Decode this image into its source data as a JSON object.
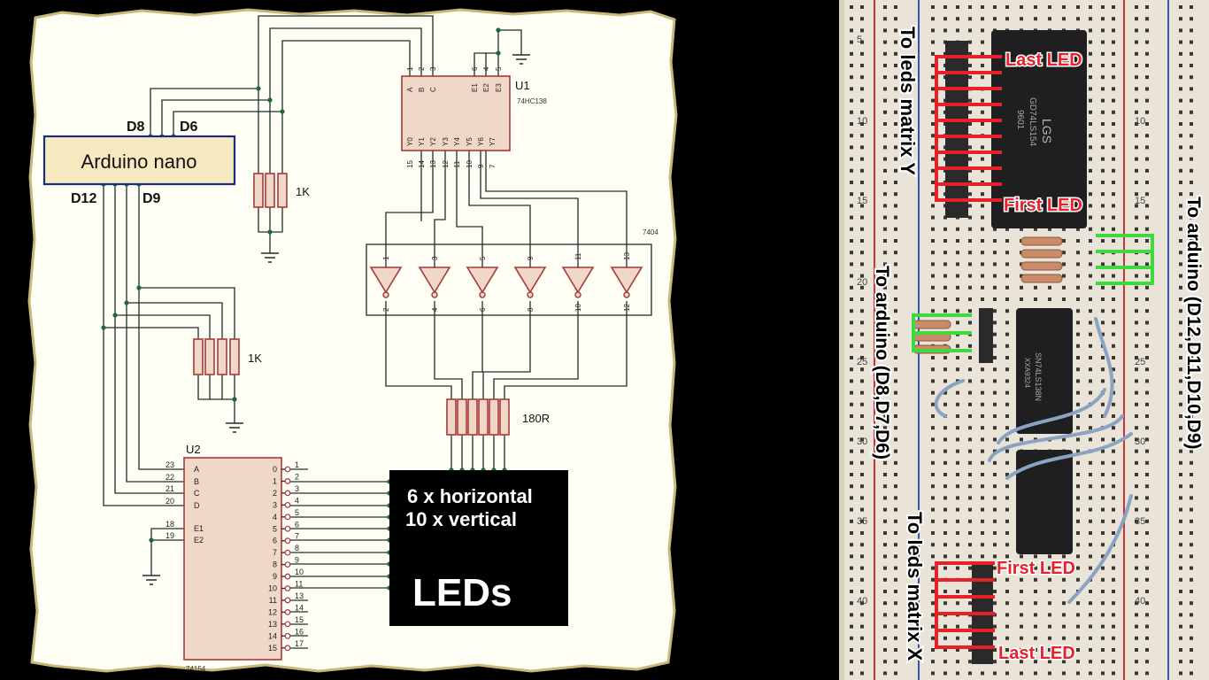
{
  "schematic": {
    "arduino": {
      "label": "Arduino nano",
      "d8": "D8",
      "d6": "D6",
      "d12": "D12",
      "d9": "D9"
    },
    "u1": {
      "ref": "U1",
      "part": "74HC138",
      "top_pins": [
        "1",
        "2",
        "3",
        "6",
        "4",
        "5"
      ],
      "top_names": [
        "A",
        "B",
        "C",
        "E1",
        "E2",
        "E3"
      ],
      "bottom_pins": [
        "15",
        "14",
        "13",
        "12",
        "11",
        "10",
        "9",
        "7"
      ],
      "bottom_names": [
        "Y0",
        "Y1",
        "Y2",
        "Y3",
        "Y4",
        "Y5",
        "Y6",
        "Y7"
      ]
    },
    "r1_label": "1K",
    "r2_label": "1K",
    "r3_label": "180R",
    "inverter": {
      "part": "7404",
      "in_pins": [
        "1",
        "3",
        "5",
        "9",
        "11",
        "13"
      ],
      "out_pins": [
        "2",
        "4",
        "6",
        "8",
        "10",
        "12"
      ]
    },
    "u2": {
      "ref": "U2",
      "part": "74154",
      "left_pins": [
        "23",
        "22",
        "21",
        "20",
        "18",
        "19"
      ],
      "left_names": [
        "A",
        "B",
        "C",
        "D",
        "E1",
        "E2"
      ],
      "outputs": [
        "0",
        "1",
        "2",
        "3",
        "4",
        "5",
        "6",
        "7",
        "8",
        "9",
        "10",
        "11",
        "12",
        "13",
        "14",
        "15"
      ],
      "out_pins": [
        "1",
        "2",
        "3",
        "4",
        "5",
        "6",
        "7",
        "8",
        "9",
        "10",
        "11",
        "13",
        "14",
        "15",
        "16",
        "17"
      ]
    },
    "led_box": {
      "line1": "6 x horizontal",
      "line2": "10 x vertical",
      "line3": "LEDs"
    }
  },
  "breadboard": {
    "row_numbers_left": [
      "5",
      "10",
      "15",
      "20",
      "25",
      "30",
      "35",
      "40"
    ],
    "row_numbers_right": [
      "10",
      "15",
      "25",
      "30",
      "35",
      "40"
    ],
    "chip1_brand": "LGS",
    "chip1_part": "GD74LS154",
    "chip1_code": "9601",
    "chip2_part": "SN74LS138N",
    "chip2_code": "XXA9324",
    "label_y": "To leds matrix Y",
    "label_x": "To leds matrix X",
    "label_arduino_right": "To arduino (D12,D11,D10,D9)",
    "label_arduino_left": "To arduino (D8,D7,D6)",
    "last_led_top": "Last LED",
    "first_led_top": "First LED",
    "first_led_bottom": "First LED",
    "last_led_bottom": "Last LED"
  },
  "colors": {
    "paper": "#fffef4",
    "wire": "#1e2e2e",
    "ic_fill": "#f0d8c8",
    "ic_stroke": "#a83838",
    "arduino_fill": "#f6e9c0",
    "arduino_stroke": "#1a2b80",
    "led_box": "#000000",
    "red_marker": "#e8202a",
    "green_marker": "#3ed93e"
  }
}
